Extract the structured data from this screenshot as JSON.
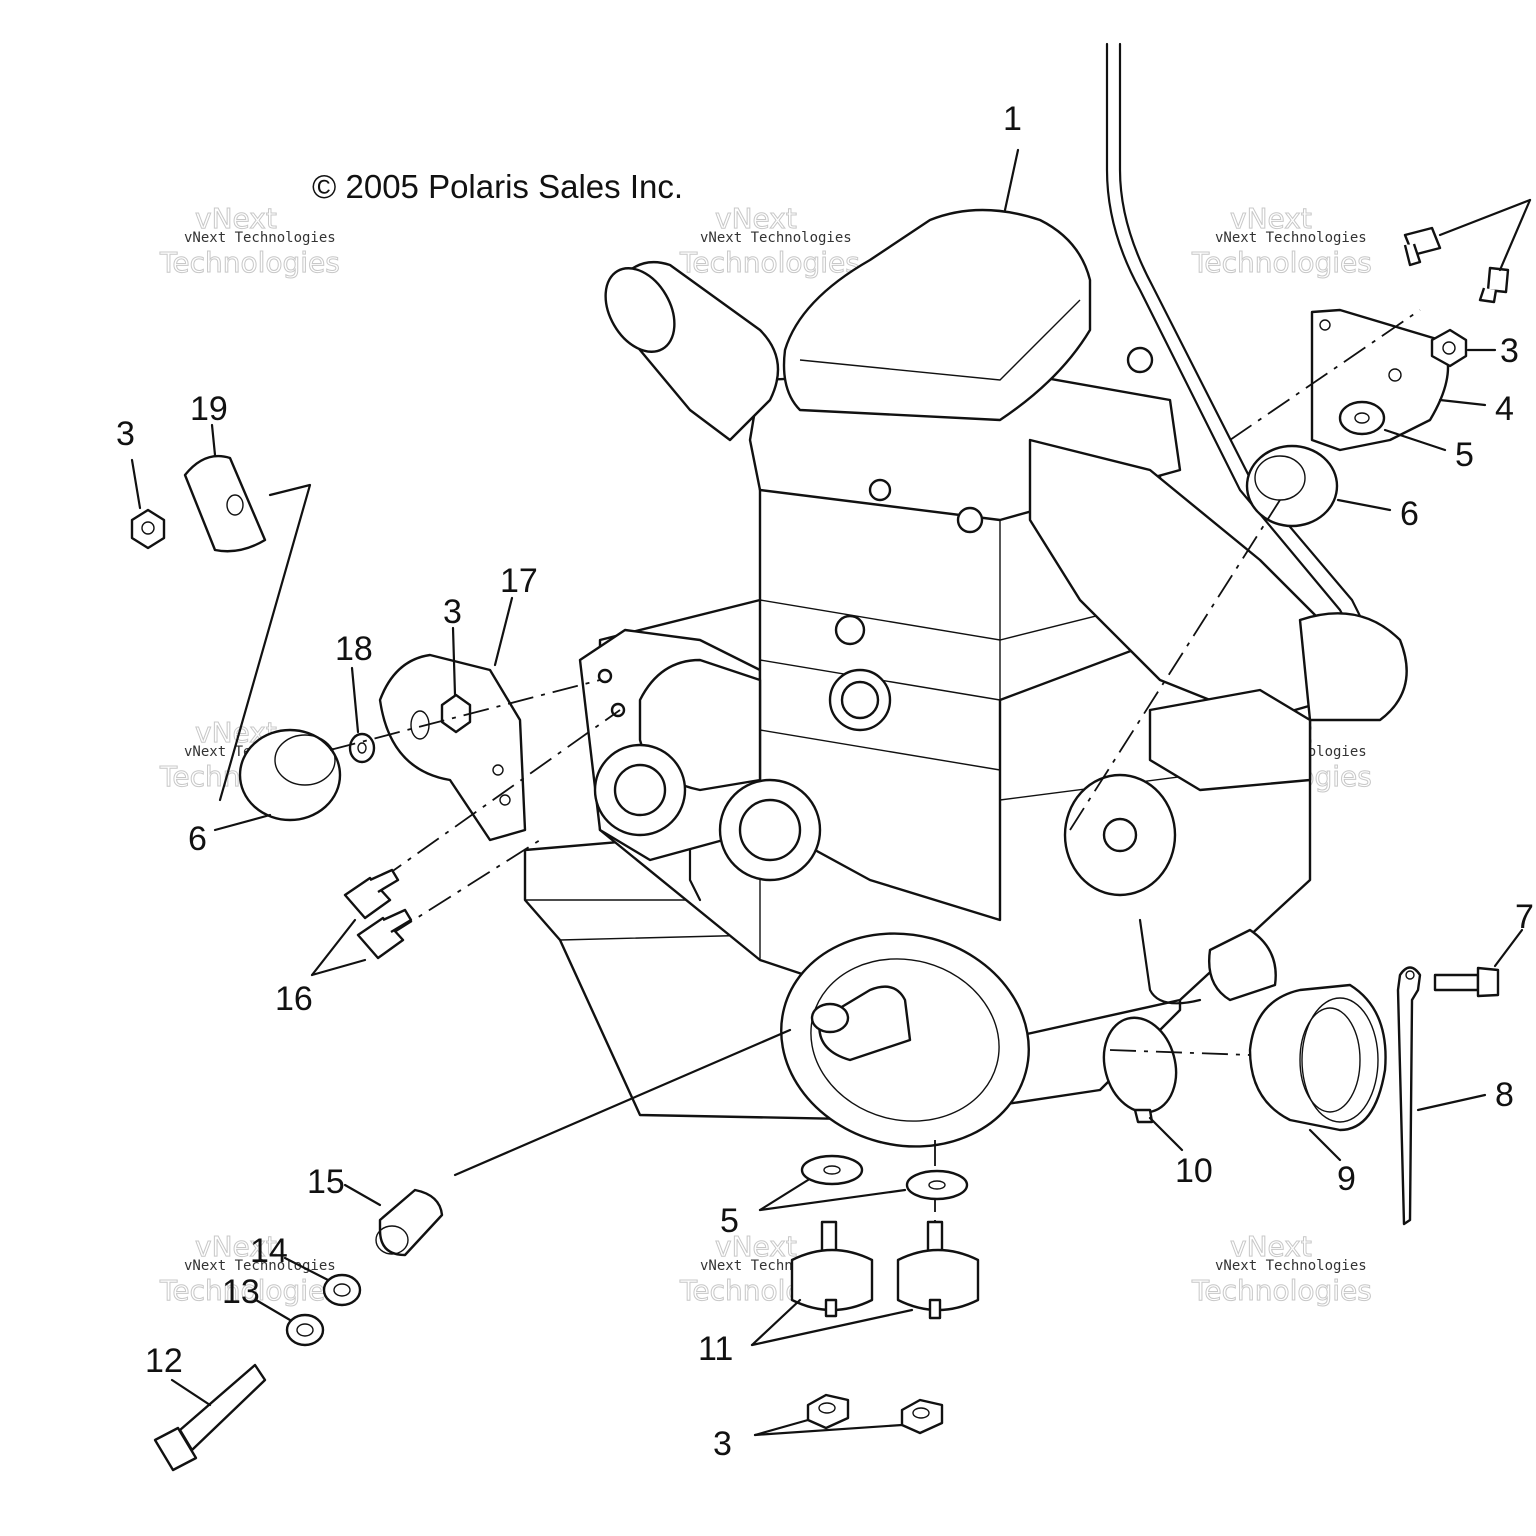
{
  "copyright": "© 2005 Polaris Sales Inc.",
  "watermark": {
    "small": "vNext Technologies",
    "large_1": "vNext",
    "large_2": "Technologies"
  },
  "callouts": {
    "engine": "1",
    "nut_top_right": "3",
    "bracket_right": "4",
    "washer_right": "5",
    "mount_right": "6",
    "bolt_right": "7",
    "ground_strap": "8",
    "intake_boot": "9",
    "clamp": "10",
    "lower_mounts": "11",
    "long_bolt": "12",
    "washer_13": "13",
    "washer_14": "14",
    "spacer": "15",
    "bolts_left": "16",
    "bracket_left": "17",
    "washer_18": "18",
    "cup_19": "19",
    "nut_left": "3",
    "nut_bracket": "3",
    "mount_left": "6",
    "washers_bottom": "5",
    "nuts_bottom": "3"
  }
}
